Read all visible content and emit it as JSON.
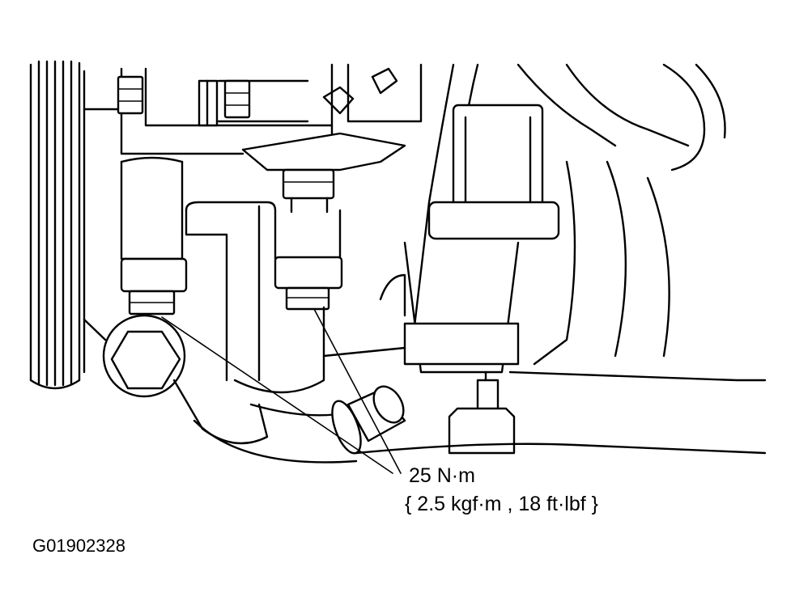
{
  "callout": {
    "torque_value": "25 N·m",
    "torque_alt": "{ 2.5 kgf·m , 18 ft·lbf }"
  },
  "figure": {
    "id": "G01902328"
  }
}
